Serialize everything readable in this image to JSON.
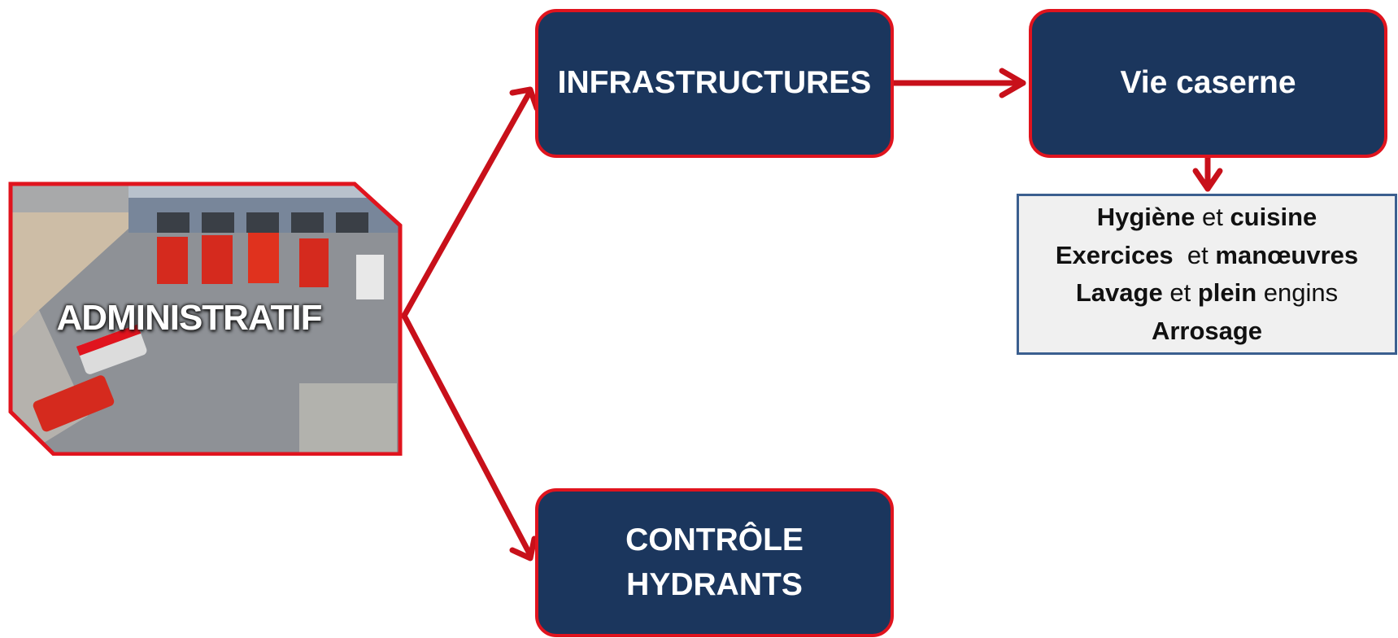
{
  "colors": {
    "node_fill": "#1b365d",
    "node_border": "#e0141e",
    "arrow": "#c8101a",
    "detail_border": "#3b5f8f",
    "detail_fill": "#f0f0f0"
  },
  "root": {
    "label": "ADMINISTRATIF",
    "image": "fire-station-aerial-photo"
  },
  "nodes": {
    "infrastructures": "INFRASTRUCTURES",
    "vie_caserne": "Vie caserne",
    "controle": {
      "line1": "CONTRÔLE",
      "line2": "HYDRANTS"
    }
  },
  "details": [
    {
      "bold1": "Hygiène",
      "mid": " et ",
      "bold2": "cuisine",
      "tail": ""
    },
    {
      "bold1": "Exercices",
      "mid": "  et ",
      "bold2": "manœuvres",
      "tail": ""
    },
    {
      "bold1": "Lavage",
      "mid": " et ",
      "bold2": "plein",
      "tail": " engins"
    },
    {
      "bold1": "Arrosage",
      "mid": "",
      "bold2": "",
      "tail": ""
    }
  ]
}
